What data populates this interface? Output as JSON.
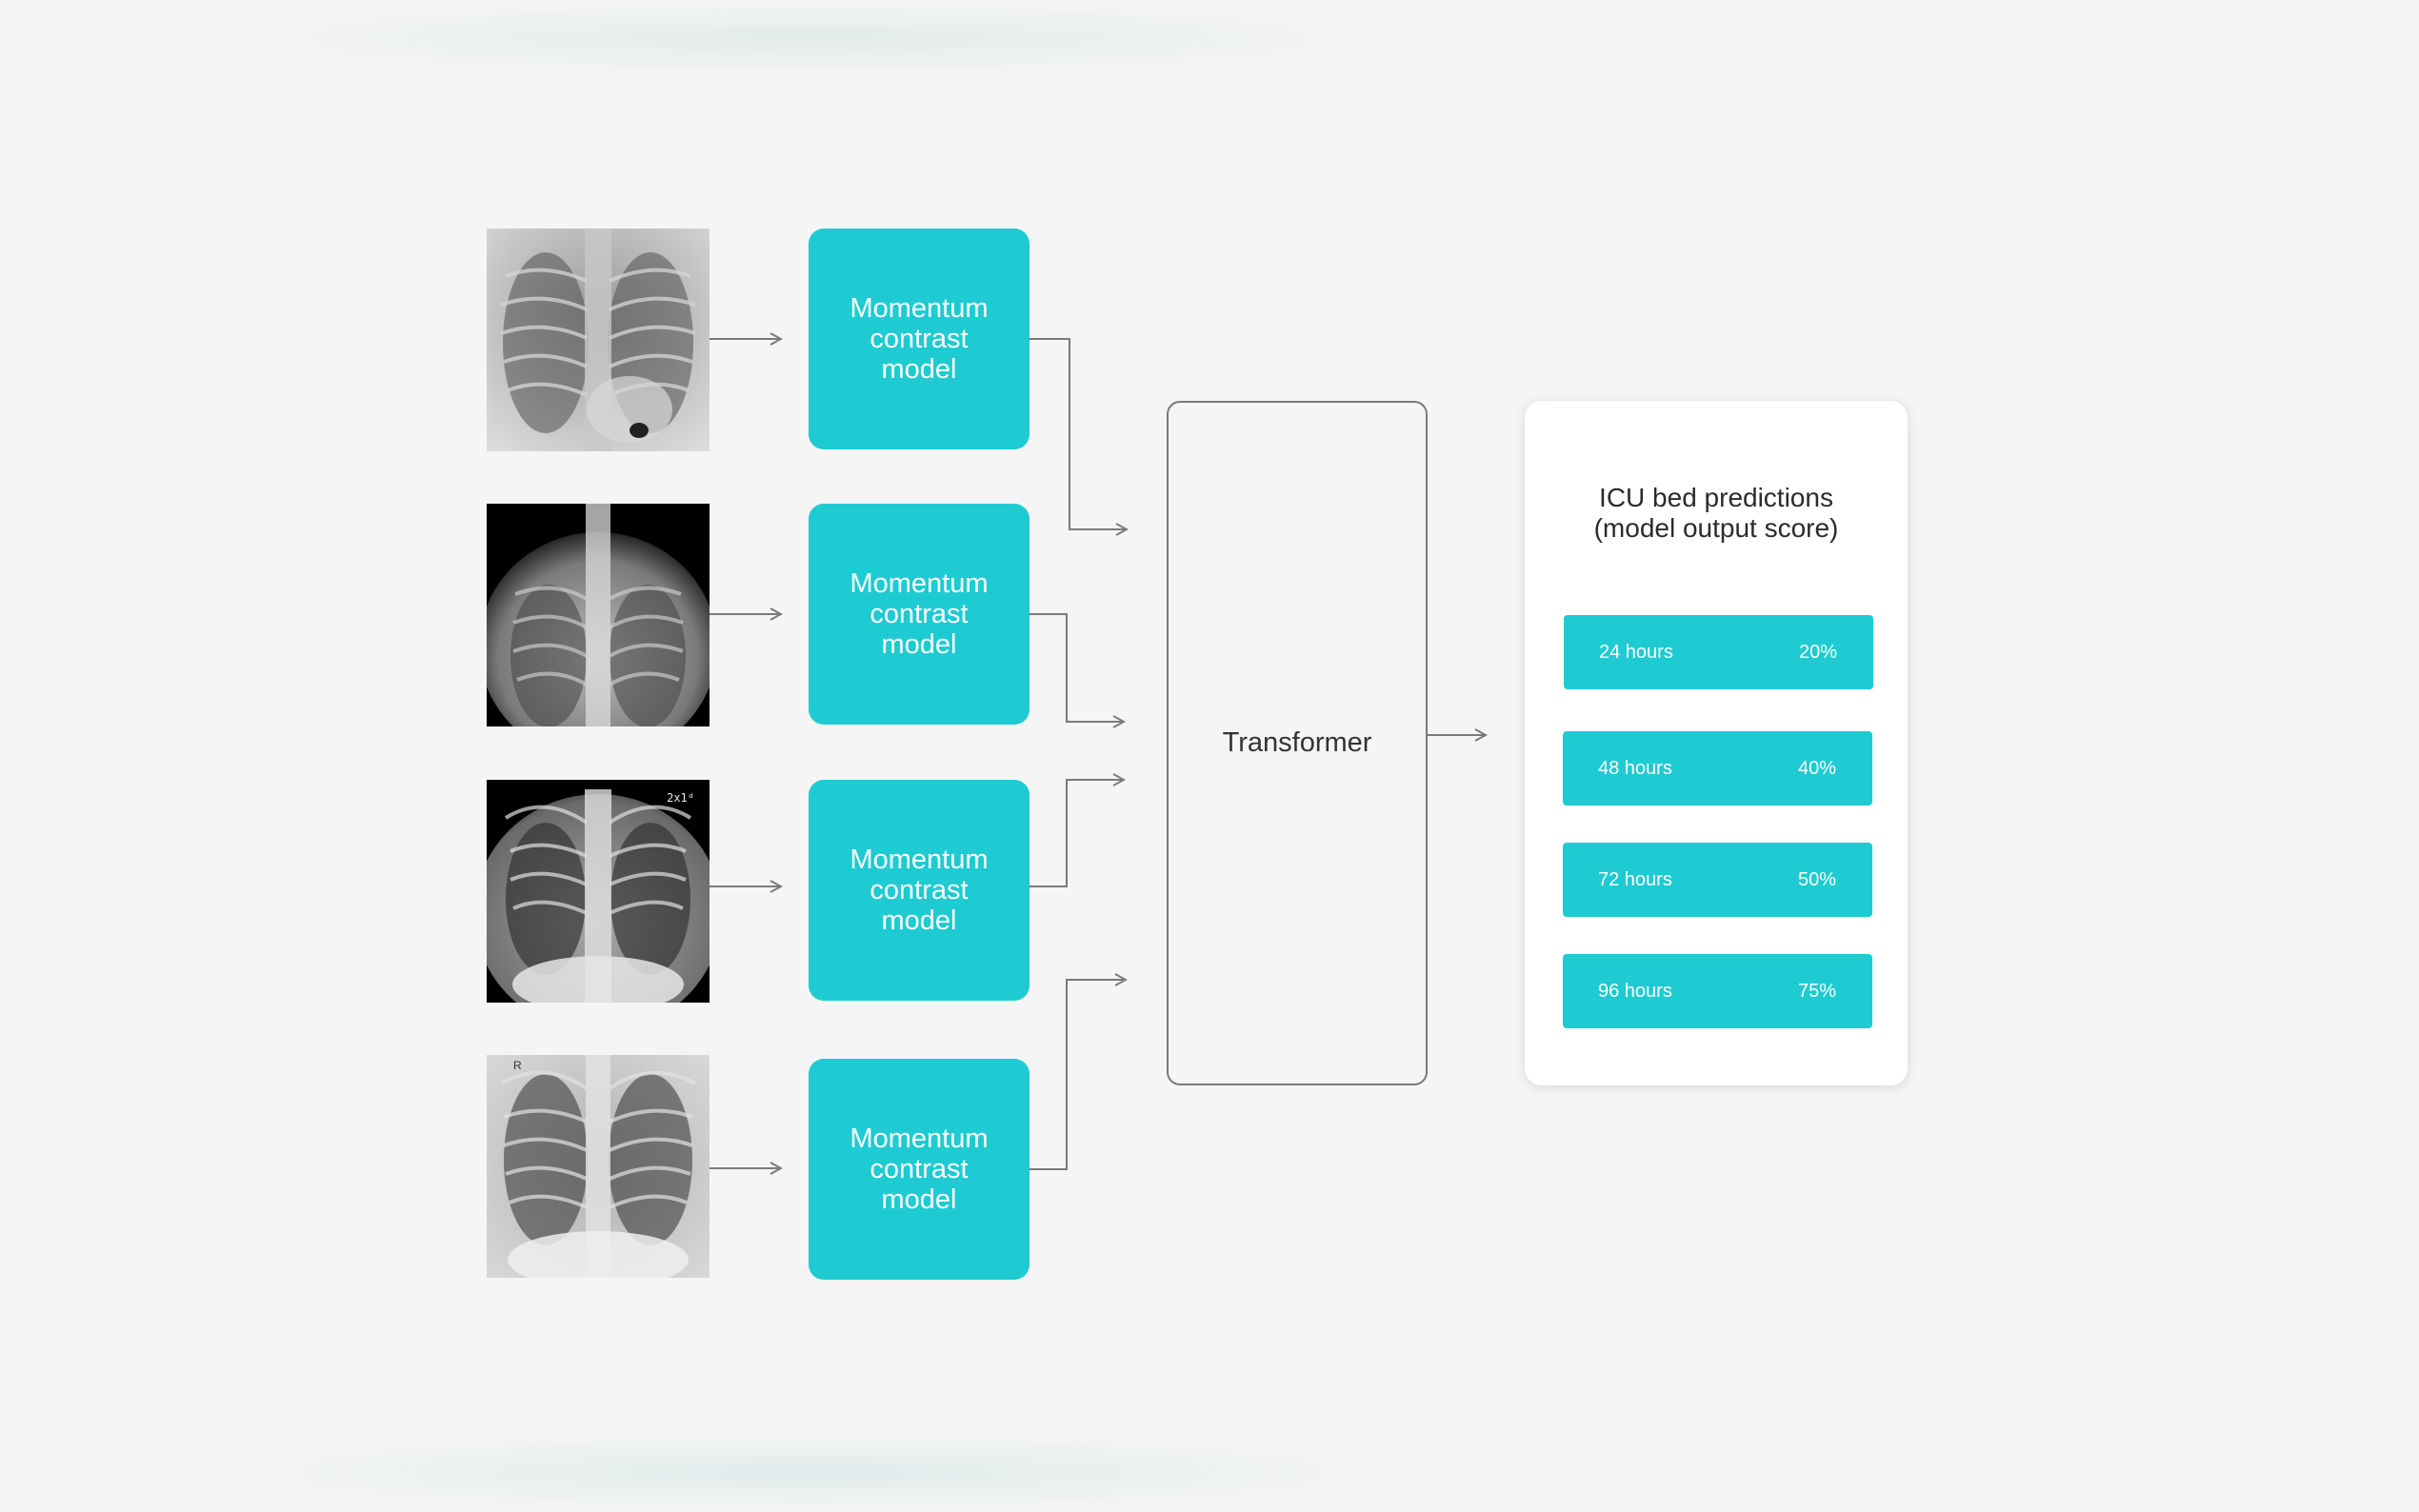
{
  "encoder_label": "Momentum contrast model",
  "encoder_lines": [
    "Momentum",
    "contrast",
    "model"
  ],
  "transformer_label": "Transformer",
  "predictions_panel": {
    "title_line1": "ICU bed predictions",
    "title_line2": "(model output score)",
    "rows": [
      {
        "horizon": "24 hours",
        "score": "20%"
      },
      {
        "horizon": "48 hours",
        "score": "40%"
      },
      {
        "horizon": "72 hours",
        "score": "50%"
      },
      {
        "horizon": "96 hours",
        "score": "75%"
      }
    ]
  },
  "xray_image_3_marker": "2x1ᵈ",
  "xray_image_4_marker": "R",
  "colors": {
    "accent": "#1ecbd2",
    "background": "#f5f5f5",
    "line": "#7a7a7a",
    "text": "#2b2b2b"
  }
}
